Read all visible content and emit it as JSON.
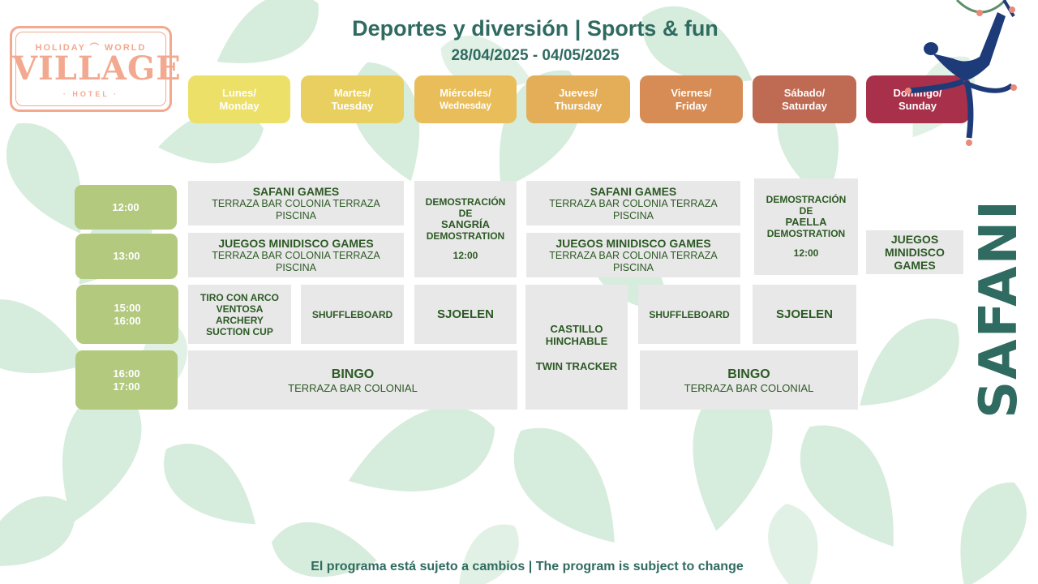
{
  "logo": {
    "top": "HOLIDAY ⌒ WORLD",
    "main": "VILLAGE",
    "bottom": "· HOTEL ·"
  },
  "header": {
    "title": "Deportes y diversión | Sports & fun",
    "dates": "28/04/2025 - 04/05/2025"
  },
  "days": [
    {
      "es": "Lunes/",
      "en": "Monday",
      "color": "#ece068"
    },
    {
      "es": "Martes/",
      "en": "Tuesday",
      "color": "#e9cf60"
    },
    {
      "es": "Miércoles/",
      "en": "Wednesday",
      "color": "#e8bd5a"
    },
    {
      "es": "Jueves/",
      "en": "Thursday",
      "color": "#e4ad58"
    },
    {
      "es": "Viernes/",
      "en": "Friday",
      "color": "#d68c54"
    },
    {
      "es": "Sábado/",
      "en": "Saturday",
      "color": "#bf6a52"
    },
    {
      "es": "Domingo/",
      "en": "Sunday",
      "color": "#a8304a"
    }
  ],
  "times": {
    "t1": "12:00",
    "t2": "13:00",
    "t3a": "15:00",
    "t3b": "16:00",
    "t4a": "16:00",
    "t4b": "17:00"
  },
  "activities": {
    "safani_mt": {
      "name": "SAFANI  GAMES",
      "loc": "TERRAZA BAR COLONIA  TERRAZA PISCINA"
    },
    "juegos_mt": {
      "name": "JUEGOS MINIDISCO GAMES",
      "loc": "TERRAZA BAR COLONIA  TERRAZA PISCINA"
    },
    "demo_sangria": {
      "l1": "DEMOSTRACIÓN",
      "l2": "DE",
      "l3": "SANGRÍA",
      "l4": "DEMOSTRATION",
      "time": "12:00"
    },
    "safani_thf": {
      "name": "SAFANI GAMES",
      "loc": "TERRAZA  BAR COLONIA  TERRAZA PISCINA"
    },
    "juegos_thf": {
      "name": "JUEGOS MINIDISCO GAMES",
      "loc": "TERRAZA  BAR COLONIA  TERRAZA PISCINA"
    },
    "demo_paella": {
      "l1": "DEMOSTRACIÓN",
      "l2": "DE",
      "l3": "PAELLA",
      "l4": "DEMOSTRATION",
      "time": "12:00"
    },
    "juegos_sun": {
      "l1": "JUEGOS",
      "l2": "MINIDISCO",
      "l3": "GAMES"
    },
    "tiro": {
      "l1": "TIRO CON ARCO",
      "l2": "VENTOSA",
      "l3": "ARCHERY",
      "l4": "SUCTION  CUP"
    },
    "shuffle_tue": "SHUFFLEBOARD",
    "sjoelen_wed": "SJOELEN",
    "castillo": {
      "l1": "CASTILLO",
      "l2": "HINCHABLE",
      "l3": "TWIN TRACKER"
    },
    "shuffle_fri": "SHUFFLEBOARD",
    "sjoelen_sat": "SJOELEN",
    "bingo_mw": {
      "name": "BINGO",
      "loc": "TERRAZA  BAR COLONIAL"
    },
    "bingo_fs": {
      "name": "BINGO",
      "loc": "TERRAZA  BAR COLONIAL"
    }
  },
  "side_label": "SAFANI",
  "footer": "El programa está sujeto a cambios  |  The program is subject to change"
}
